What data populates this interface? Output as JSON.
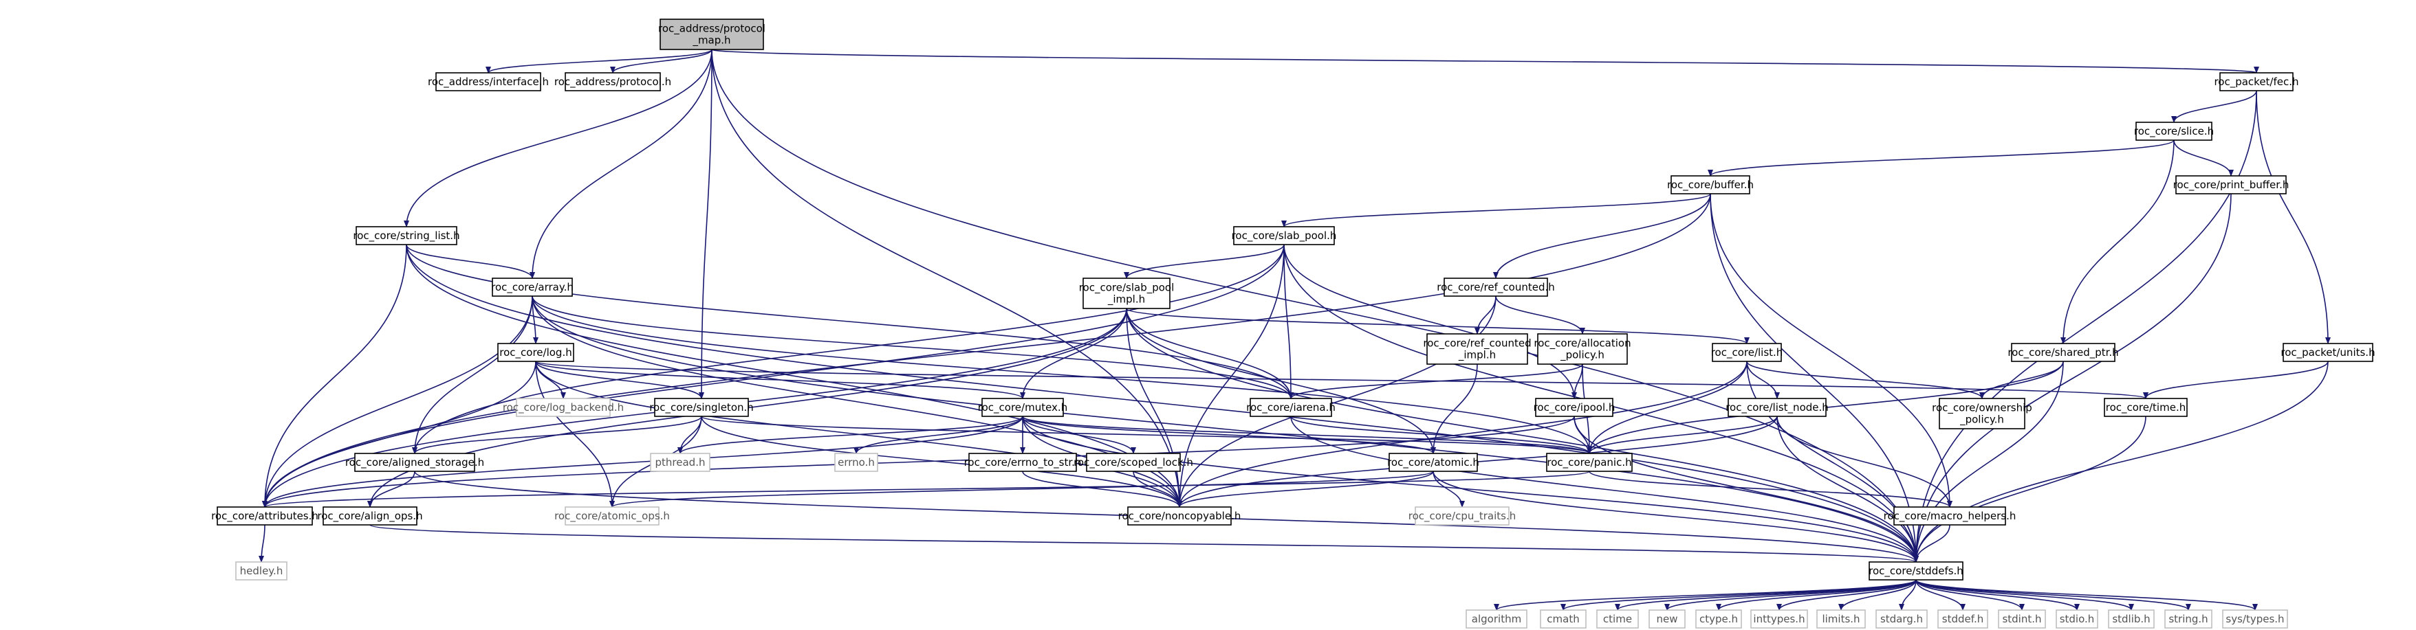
{
  "diagram": {
    "type": "include-dependency-graph",
    "colors": {
      "root_fill": "#bfbfbf",
      "edge": "#191970",
      "ext_border": "#bfbfbf"
    },
    "nodes": [
      {
        "id": "root",
        "lines": [
          "roc_address/protocol",
          "_map.h"
        ],
        "kind": "root"
      },
      {
        "id": "interface",
        "lines": [
          "roc_address/interface.h"
        ],
        "kind": "normal"
      },
      {
        "id": "protocol",
        "lines": [
          "roc_address/protocol.h"
        ],
        "kind": "normal"
      },
      {
        "id": "fec",
        "lines": [
          "roc_packet/fec.h"
        ],
        "kind": "normal"
      },
      {
        "id": "slice",
        "lines": [
          "roc_core/slice.h"
        ],
        "kind": "normal"
      },
      {
        "id": "buffer",
        "lines": [
          "roc_core/buffer.h"
        ],
        "kind": "normal"
      },
      {
        "id": "print_buffer",
        "lines": [
          "roc_core/print_buffer.h"
        ],
        "kind": "normal"
      },
      {
        "id": "string_list",
        "lines": [
          "roc_core/string_list.h"
        ],
        "kind": "normal"
      },
      {
        "id": "slab_pool",
        "lines": [
          "roc_core/slab_pool.h"
        ],
        "kind": "normal"
      },
      {
        "id": "array",
        "lines": [
          "roc_core/array.h"
        ],
        "kind": "normal"
      },
      {
        "id": "slab_pool_impl",
        "lines": [
          "roc_core/slab_pool",
          "_impl.h"
        ],
        "kind": "normal"
      },
      {
        "id": "ref_counted",
        "lines": [
          "roc_core/ref_counted.h"
        ],
        "kind": "normal"
      },
      {
        "id": "ref_counted_impl",
        "lines": [
          "roc_core/ref_counted",
          "_impl.h"
        ],
        "kind": "normal"
      },
      {
        "id": "allocation_policy",
        "lines": [
          "roc_core/allocation",
          "_policy.h"
        ],
        "kind": "normal"
      },
      {
        "id": "list",
        "lines": [
          "roc_core/list.h"
        ],
        "kind": "normal"
      },
      {
        "id": "shared_ptr",
        "lines": [
          "roc_core/shared_ptr.h"
        ],
        "kind": "normal"
      },
      {
        "id": "units",
        "lines": [
          "roc_packet/units.h"
        ],
        "kind": "normal"
      },
      {
        "id": "log",
        "lines": [
          "roc_core/log.h"
        ],
        "kind": "normal"
      },
      {
        "id": "iarena",
        "lines": [
          "roc_core/iarena.h"
        ],
        "kind": "normal"
      },
      {
        "id": "ipool",
        "lines": [
          "roc_core/ipool.h"
        ],
        "kind": "normal"
      },
      {
        "id": "list_node",
        "lines": [
          "roc_core/list_node.h"
        ],
        "kind": "normal"
      },
      {
        "id": "ownership_policy",
        "lines": [
          "roc_core/ownership",
          "_policy.h"
        ],
        "kind": "normal"
      },
      {
        "id": "time",
        "lines": [
          "roc_core/time.h"
        ],
        "kind": "normal"
      },
      {
        "id": "log_backend",
        "lines": [
          "roc_core/log_backend.h"
        ],
        "kind": "ext"
      },
      {
        "id": "singleton",
        "lines": [
          "roc_core/singleton.h"
        ],
        "kind": "normal"
      },
      {
        "id": "mutex",
        "lines": [
          "roc_core/mutex.h"
        ],
        "kind": "normal"
      },
      {
        "id": "aligned_storage",
        "lines": [
          "roc_core/aligned_storage.h"
        ],
        "kind": "normal"
      },
      {
        "id": "pthread",
        "lines": [
          "pthread.h"
        ],
        "kind": "ext"
      },
      {
        "id": "errno",
        "lines": [
          "errno.h"
        ],
        "kind": "ext"
      },
      {
        "id": "errno_to_str",
        "lines": [
          "roc_core/errno_to_str.h"
        ],
        "kind": "normal"
      },
      {
        "id": "scoped_lock",
        "lines": [
          "roc_core/scoped_lock.h"
        ],
        "kind": "normal"
      },
      {
        "id": "atomic",
        "lines": [
          "roc_core/atomic.h"
        ],
        "kind": "normal"
      },
      {
        "id": "panic",
        "lines": [
          "roc_core/panic.h"
        ],
        "kind": "normal"
      },
      {
        "id": "attributes",
        "lines": [
          "roc_core/attributes.h"
        ],
        "kind": "normal"
      },
      {
        "id": "align_ops",
        "lines": [
          "roc_core/align_ops.h"
        ],
        "kind": "normal"
      },
      {
        "id": "atomic_ops",
        "lines": [
          "roc_core/atomic_ops.h"
        ],
        "kind": "ext"
      },
      {
        "id": "noncopyable",
        "lines": [
          "roc_core/noncopyable.h"
        ],
        "kind": "normal"
      },
      {
        "id": "cpu_traits",
        "lines": [
          "roc_core/cpu_traits.h"
        ],
        "kind": "ext"
      },
      {
        "id": "macro_helpers",
        "lines": [
          "roc_core/macro_helpers.h"
        ],
        "kind": "normal"
      },
      {
        "id": "hedley",
        "lines": [
          "hedley.h"
        ],
        "kind": "ext"
      },
      {
        "id": "stddefs",
        "lines": [
          "roc_core/stddefs.h"
        ],
        "kind": "normal"
      },
      {
        "id": "algorithm",
        "lines": [
          "algorithm"
        ],
        "kind": "ext"
      },
      {
        "id": "cmath",
        "lines": [
          "cmath"
        ],
        "kind": "ext"
      },
      {
        "id": "ctime",
        "lines": [
          "ctime"
        ],
        "kind": "ext"
      },
      {
        "id": "new",
        "lines": [
          "new"
        ],
        "kind": "ext"
      },
      {
        "id": "ctype",
        "lines": [
          "ctype.h"
        ],
        "kind": "ext"
      },
      {
        "id": "inttypes",
        "lines": [
          "inttypes.h"
        ],
        "kind": "ext"
      },
      {
        "id": "limits",
        "lines": [
          "limits.h"
        ],
        "kind": "ext"
      },
      {
        "id": "stdarg",
        "lines": [
          "stdarg.h"
        ],
        "kind": "ext"
      },
      {
        "id": "stddef",
        "lines": [
          "stddef.h"
        ],
        "kind": "ext"
      },
      {
        "id": "stdint",
        "lines": [
          "stdint.h"
        ],
        "kind": "ext"
      },
      {
        "id": "stdio",
        "lines": [
          "stdio.h"
        ],
        "kind": "ext"
      },
      {
        "id": "stdlib",
        "lines": [
          "stdlib.h"
        ],
        "kind": "ext"
      },
      {
        "id": "string",
        "lines": [
          "string.h"
        ],
        "kind": "ext"
      },
      {
        "id": "sys_types",
        "lines": [
          "sys/types.h"
        ],
        "kind": "ext"
      }
    ],
    "edges": [
      [
        "root",
        "interface"
      ],
      [
        "root",
        "protocol"
      ],
      [
        "root",
        "fec"
      ],
      [
        "root",
        "string_list"
      ],
      [
        "root",
        "array"
      ],
      [
        "root",
        "singleton"
      ],
      [
        "root",
        "noncopyable"
      ],
      [
        "root",
        "stddefs"
      ],
      [
        "fec",
        "slice"
      ],
      [
        "fec",
        "units"
      ],
      [
        "fec",
        "stddefs"
      ],
      [
        "slice",
        "buffer"
      ],
      [
        "slice",
        "print_buffer"
      ],
      [
        "slice",
        "shared_ptr"
      ],
      [
        "print_buffer",
        "stddefs"
      ],
      [
        "buffer",
        "slab_pool"
      ],
      [
        "buffer",
        "ref_counted"
      ],
      [
        "buffer",
        "macro_helpers"
      ],
      [
        "buffer",
        "stddefs"
      ],
      [
        "buffer",
        "attributes"
      ],
      [
        "string_list",
        "array"
      ],
      [
        "string_list",
        "iarena"
      ],
      [
        "string_list",
        "noncopyable"
      ],
      [
        "string_list",
        "attributes"
      ],
      [
        "string_list",
        "stddefs"
      ],
      [
        "slab_pool",
        "slab_pool_impl"
      ],
      [
        "slab_pool",
        "iarena"
      ],
      [
        "slab_pool",
        "ipool"
      ],
      [
        "slab_pool",
        "noncopyable"
      ],
      [
        "slab_pool",
        "stddefs"
      ],
      [
        "slab_pool",
        "aligned_storage"
      ],
      [
        "slab_pool",
        "attributes"
      ],
      [
        "array",
        "log"
      ],
      [
        "array",
        "iarena"
      ],
      [
        "array",
        "panic"
      ],
      [
        "array",
        "noncopyable"
      ],
      [
        "array",
        "aligned_storage"
      ],
      [
        "array",
        "attributes"
      ],
      [
        "array",
        "stddefs"
      ],
      [
        "slab_pool_impl",
        "mutex"
      ],
      [
        "slab_pool_impl",
        "iarena"
      ],
      [
        "slab_pool_impl",
        "list"
      ],
      [
        "slab_pool_impl",
        "noncopyable"
      ],
      [
        "slab_pool_impl",
        "atomic"
      ],
      [
        "slab_pool_impl",
        "align_ops"
      ],
      [
        "slab_pool_impl",
        "attributes"
      ],
      [
        "slab_pool_impl",
        "stddefs"
      ],
      [
        "ref_counted",
        "ref_counted_impl"
      ],
      [
        "ref_counted",
        "allocation_policy"
      ],
      [
        "ref_counted",
        "noncopyable"
      ],
      [
        "ref_counted_impl",
        "atomic"
      ],
      [
        "allocation_policy",
        "iarena"
      ],
      [
        "allocation_policy",
        "ipool"
      ],
      [
        "allocation_policy",
        "panic"
      ],
      [
        "list",
        "list_node"
      ],
      [
        "list",
        "ownership_policy"
      ],
      [
        "list",
        "panic"
      ],
      [
        "list",
        "noncopyable"
      ],
      [
        "list",
        "stddefs"
      ],
      [
        "shared_ptr",
        "ownership_policy"
      ],
      [
        "shared_ptr",
        "panic"
      ],
      [
        "shared_ptr",
        "stddefs"
      ],
      [
        "units",
        "time"
      ],
      [
        "units",
        "stddefs"
      ],
      [
        "log",
        "log_backend"
      ],
      [
        "log",
        "singleton"
      ],
      [
        "log",
        "mutex"
      ],
      [
        "log",
        "time"
      ],
      [
        "log",
        "atomic_ops"
      ],
      [
        "log",
        "attributes"
      ],
      [
        "log",
        "noncopyable"
      ],
      [
        "iarena",
        "stddefs"
      ],
      [
        "iarena",
        "panic"
      ],
      [
        "ipool",
        "panic"
      ],
      [
        "ipool",
        "stddefs"
      ],
      [
        "ipool",
        "attributes"
      ],
      [
        "list_node",
        "panic"
      ],
      [
        "list_node",
        "macro_helpers"
      ],
      [
        "list_node",
        "noncopyable"
      ],
      [
        "list_node",
        "stddefs"
      ],
      [
        "time",
        "stddefs"
      ],
      [
        "singleton",
        "aligned_storage"
      ],
      [
        "singleton",
        "atomic_ops"
      ],
      [
        "singleton",
        "panic"
      ],
      [
        "singleton",
        "pthread"
      ],
      [
        "singleton",
        "noncopyable"
      ],
      [
        "mutex",
        "atomic"
      ],
      [
        "mutex",
        "errno_to_str"
      ],
      [
        "mutex",
        "scoped_lock"
      ],
      [
        "mutex",
        "panic"
      ],
      [
        "mutex",
        "attributes"
      ],
      [
        "mutex",
        "noncopyable"
      ],
      [
        "mutex",
        "pthread"
      ],
      [
        "mutex",
        "errno"
      ],
      [
        "mutex",
        "stddefs"
      ],
      [
        "aligned_storage",
        "align_ops"
      ],
      [
        "aligned_storage",
        "stddefs"
      ],
      [
        "errno_to_str",
        "noncopyable"
      ],
      [
        "scoped_lock",
        "noncopyable"
      ],
      [
        "atomic",
        "atomic_ops"
      ],
      [
        "atomic",
        "cpu_traits"
      ],
      [
        "atomic",
        "noncopyable"
      ],
      [
        "atomic",
        "stddefs"
      ],
      [
        "panic",
        "attributes"
      ],
      [
        "panic",
        "macro_helpers"
      ],
      [
        "attributes",
        "hedley"
      ],
      [
        "align_ops",
        "stddefs"
      ],
      [
        "macro_helpers",
        "stddefs"
      ],
      [
        "stddefs",
        "algorithm"
      ],
      [
        "stddefs",
        "cmath"
      ],
      [
        "stddefs",
        "ctime"
      ],
      [
        "stddefs",
        "new"
      ],
      [
        "stddefs",
        "ctype"
      ],
      [
        "stddefs",
        "inttypes"
      ],
      [
        "stddefs",
        "limits"
      ],
      [
        "stddefs",
        "stdarg"
      ],
      [
        "stddefs",
        "stddef"
      ],
      [
        "stddefs",
        "stdint"
      ],
      [
        "stddefs",
        "stdio"
      ],
      [
        "stddefs",
        "stdlib"
      ],
      [
        "stddefs",
        "string"
      ],
      [
        "stddefs",
        "sys_types"
      ]
    ]
  }
}
